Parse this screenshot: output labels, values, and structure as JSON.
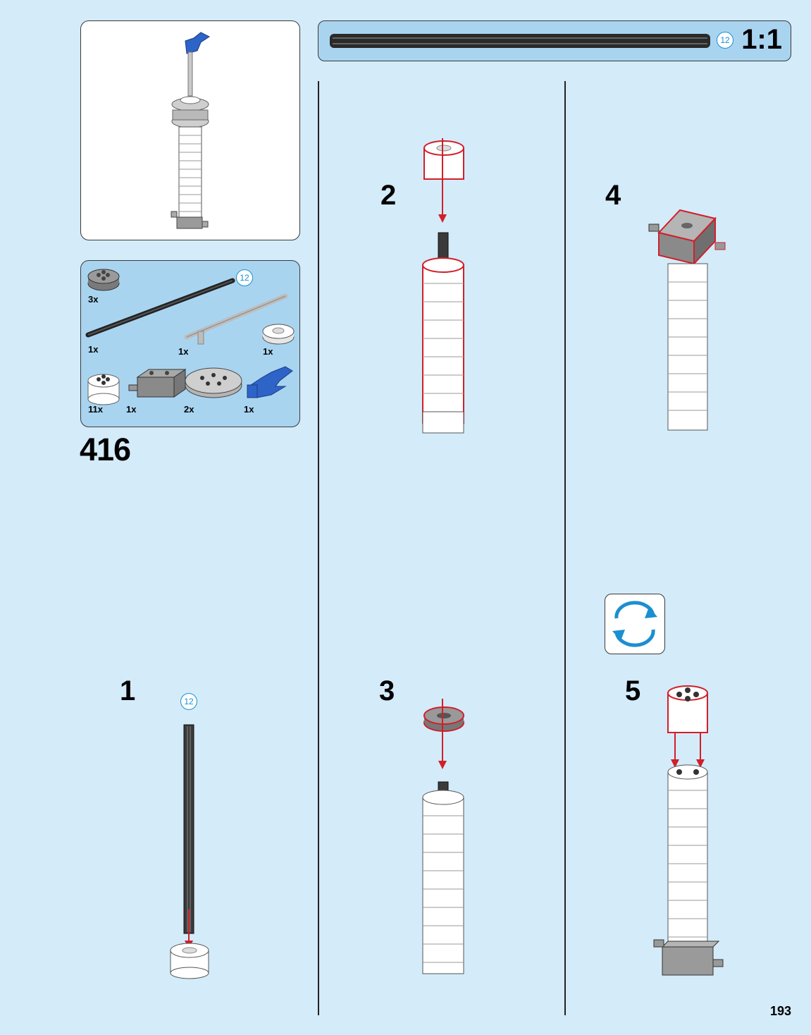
{
  "parts_list": {
    "callout_length": "12",
    "items": [
      {
        "name": "round-plate-2x2-dark-gray",
        "qty": "3x"
      },
      {
        "name": "axle-12-black",
        "qty": "1x"
      },
      {
        "name": "bar-light-gray",
        "qty": "1x"
      },
      {
        "name": "round-tile-2x2-white",
        "qty": "1x"
      },
      {
        "name": "round-brick-2x2-white",
        "qty": "11x"
      },
      {
        "name": "brick-2x2-axle-holes-dark-gray",
        "qty": "1x"
      },
      {
        "name": "round-plate-4x4-light-gray",
        "qty": "2x"
      },
      {
        "name": "flag-blue",
        "qty": "1x"
      }
    ]
  },
  "step_number": "416",
  "scale": {
    "label": "1:1",
    "length_callout": "12"
  },
  "steps": [
    {
      "number": "1",
      "callout": "12"
    },
    {
      "number": "2"
    },
    {
      "number": "3"
    },
    {
      "number": "4"
    },
    {
      "number": "5"
    }
  ],
  "page_number": "193",
  "colors": {
    "background": "#d4ebf9",
    "callout": "#a9d4f0",
    "highlight": "#d11f2a",
    "length_circle": "#1b8fcf",
    "rotate_arrows": "#1b8fcf"
  },
  "icons": [
    "rotate-model-icon",
    "down-arrow-icon"
  ]
}
